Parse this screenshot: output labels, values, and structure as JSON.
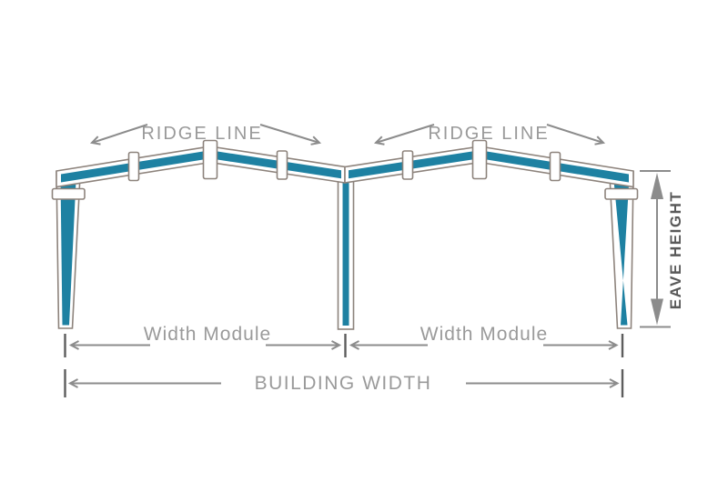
{
  "labels": {
    "ridge_line_left": "RIDGE LINE",
    "ridge_line_right": "RIDGE LINE",
    "width_module_left": "Width Module",
    "width_module_right": "Width Module",
    "building_width": "BUILDING WIDTH",
    "eave_height": "EAVE HEIGHT"
  },
  "colors": {
    "frame_teal": "#1e81a2",
    "frame_outline": "#8d837c",
    "dimension_gray": "#8c8c8c",
    "tick_gray": "#5d5d5d",
    "label_gray": "#9a9a9a",
    "eave_label_gray": "#595959",
    "background": "#ffffff"
  },
  "icons": {
    "ridge_arrow_left": "down-left-arrow",
    "ridge_arrow_right": "down-right-arrow",
    "dimension_arrows": "outward-pointing dimension arrows",
    "eave_arrow": "vertical double-headed arrow"
  }
}
